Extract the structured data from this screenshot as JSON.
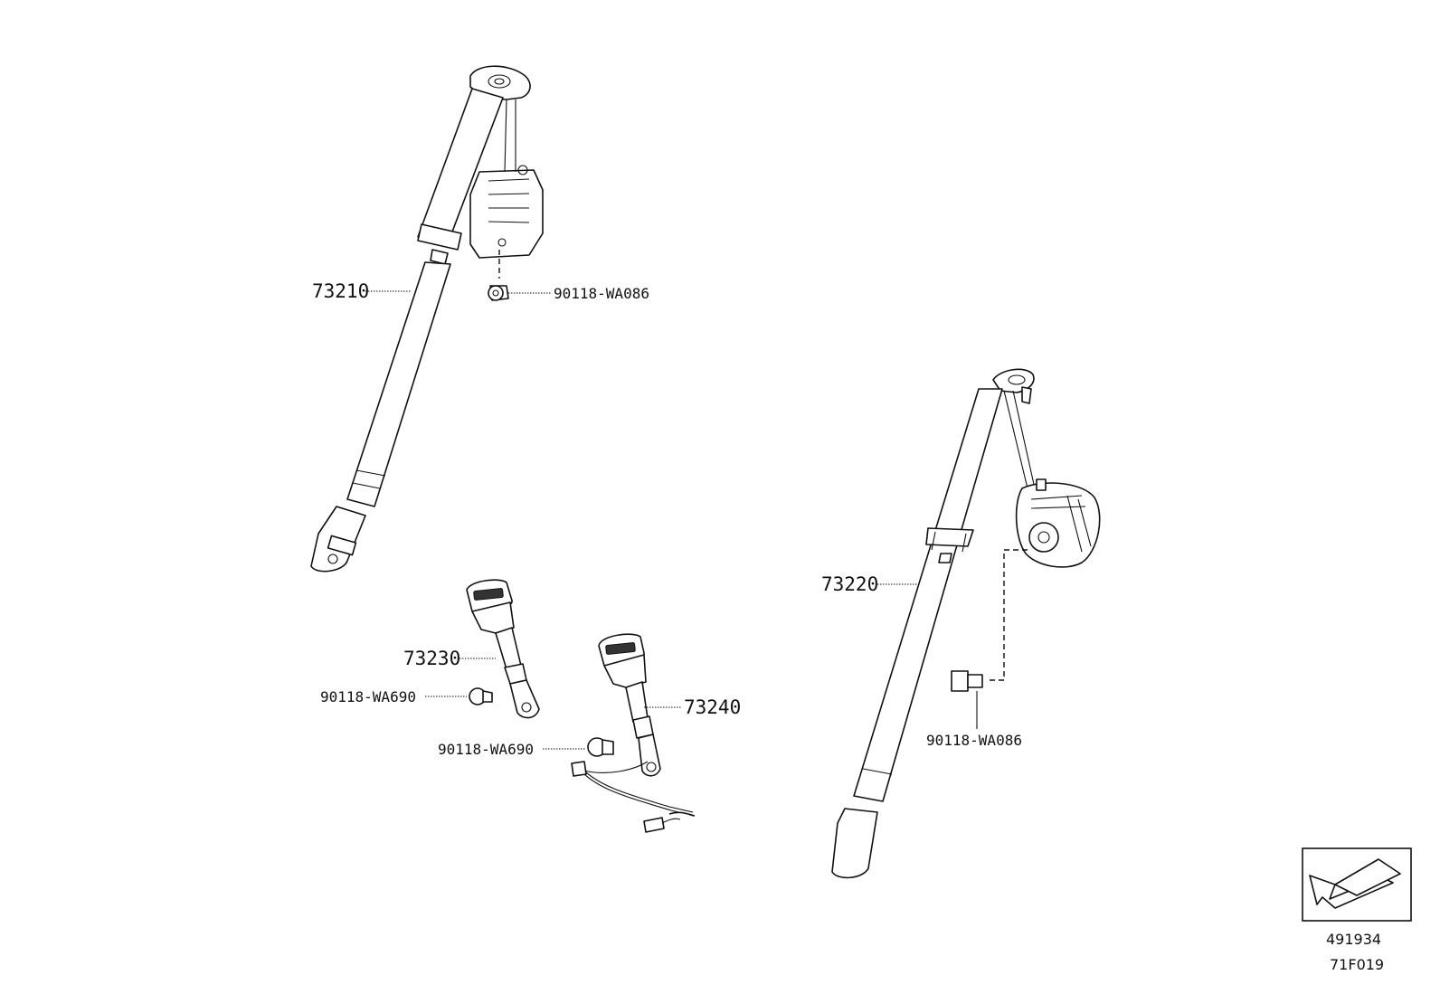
{
  "labels": {
    "belt_front_right": "73210",
    "belt_front_left": "73220",
    "buckle_right": "73230",
    "buckle_left": "73240",
    "bolt_top": "90118-WA086",
    "bolt_right_side": "90118-WA086",
    "bolt_buckle_right": "90118-WA690",
    "bolt_buckle_left": "90118-WA690"
  },
  "reference": {
    "diagram_number": "491934",
    "page_code": "71F019"
  },
  "icons": {
    "front_arrow": "front-direction-arrow-icon"
  }
}
